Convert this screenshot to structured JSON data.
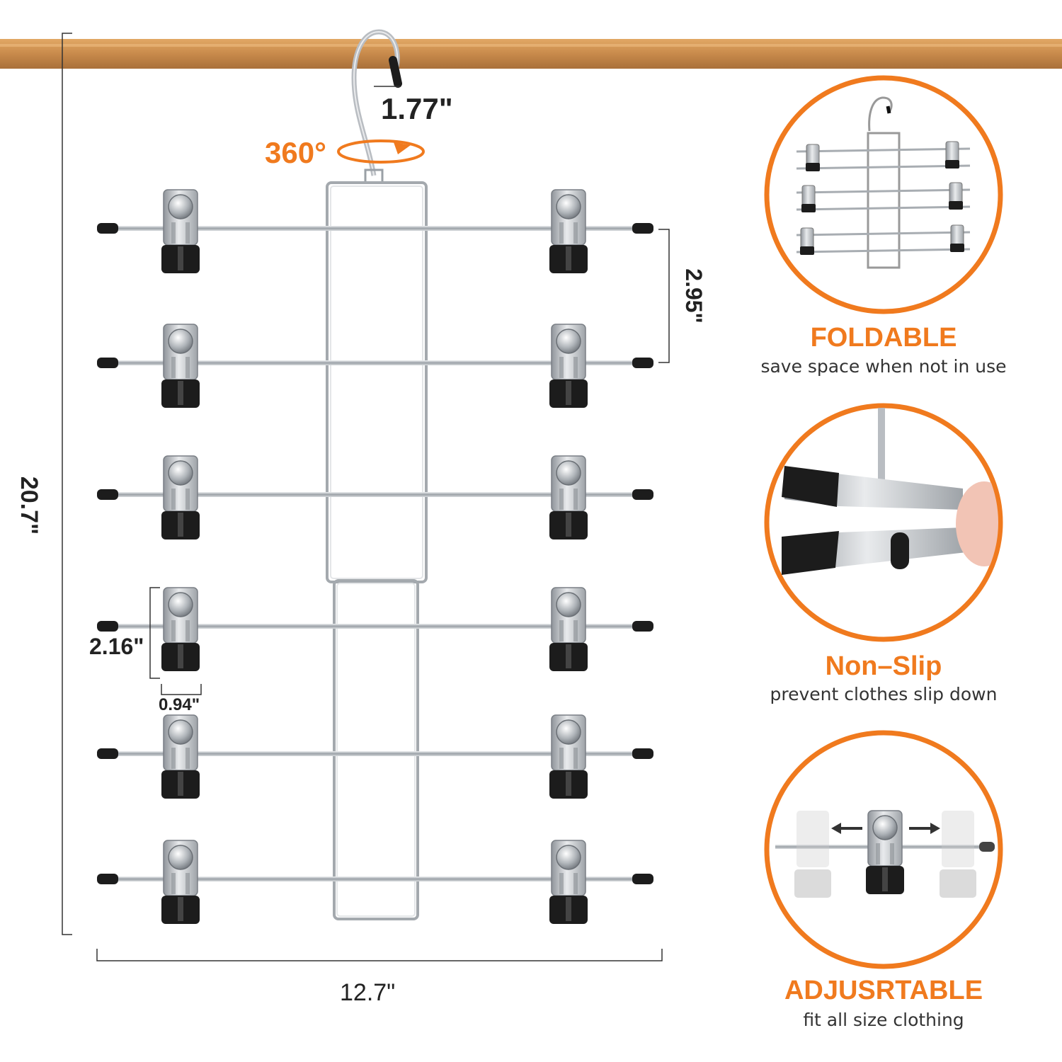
{
  "dimensions": {
    "hook_width": "1.77\"",
    "rotation": "360°",
    "rung_spacing": "2.95\"",
    "total_height": "20.7\"",
    "clip_height": "2.16\"",
    "clip_width": "0.94\"",
    "total_width": "12.7\""
  },
  "features": [
    {
      "title": "FOLDABLE",
      "subtitle": "save space when not in use"
    },
    {
      "title": "Non–Slip",
      "subtitle": "prevent clothes slip down"
    },
    {
      "title": "ADJUSRTABLE",
      "subtitle": "fit all size clothing"
    }
  ],
  "colors": {
    "accent": "#f07a1e",
    "rod": "#c9894a",
    "metal": "#b8bcc2",
    "rubber": "#1c1c1c"
  },
  "icons": [
    "rotate-arrow-icon",
    "hanger-hook-icon",
    "clip-icon",
    "left-arrow-icon",
    "right-arrow-icon"
  ]
}
